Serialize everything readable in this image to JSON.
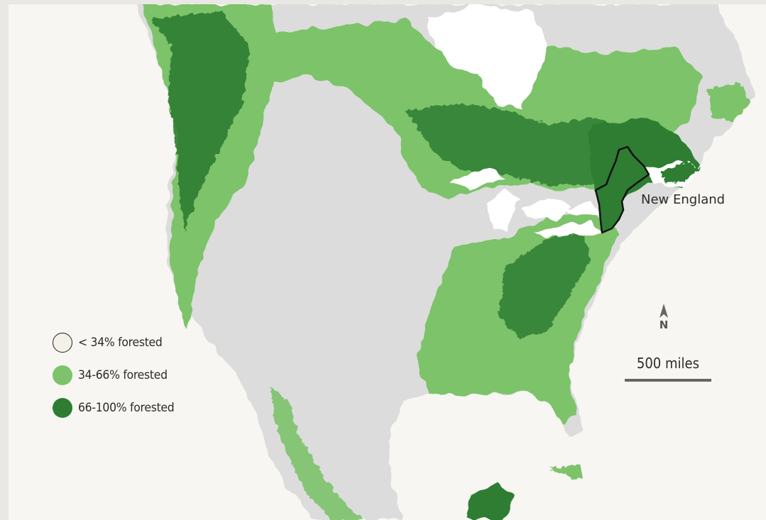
{
  "map": {
    "region_label": "New England",
    "north_label": "N",
    "scale_label": "500 miles",
    "legend": [
      {
        "label": "< 34% forested",
        "color": "#f3f1ea",
        "outline": "#222222"
      },
      {
        "label": "34-66% forested",
        "color": "#7cc36b",
        "outline": ""
      },
      {
        "label": "66-100% forested",
        "color": "#2e7d32",
        "outline": ""
      }
    ],
    "colors": {
      "background": "#f7f6f2",
      "land_low_forest": "#dcdcdc",
      "medium_forest": "#7cc36b",
      "dense_forest": "#2e7d32",
      "water": "#ffffff",
      "region_outline": "#111111"
    }
  }
}
